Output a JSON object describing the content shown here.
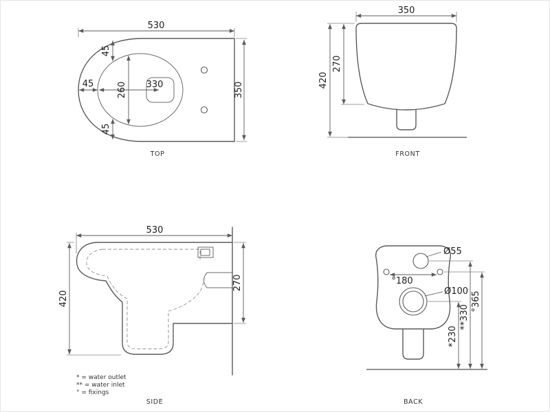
{
  "drawing": {
    "views": {
      "top": {
        "label": "TOP",
        "dims": {
          "overall_width": "530",
          "overall_depth": "350",
          "front_rim": "45",
          "rim_top": "45",
          "bowl_length": "260",
          "rim_bottom": "45",
          "outlet_distance": "330"
        }
      },
      "front": {
        "label": "FRONT",
        "dims": {
          "overall_width": "350",
          "body_height": "270",
          "overall_height": "420"
        }
      },
      "side": {
        "label": "SIDE",
        "dims": {
          "overall_depth": "530",
          "body_height": "270",
          "overall_height": "420"
        },
        "legend": {
          "water_outlet": "* = water outlet",
          "water_inlet": "** = water inlet",
          "fixings": "° = fixings"
        }
      },
      "back": {
        "label": "BACK",
        "dims": {
          "inlet_diameter": "Ø55",
          "fixing_span": "°180",
          "outlet_diameter": "Ø100",
          "outlet_height": "*230",
          "inlet_height": "**330",
          "fixing_height": "°365"
        }
      }
    }
  }
}
